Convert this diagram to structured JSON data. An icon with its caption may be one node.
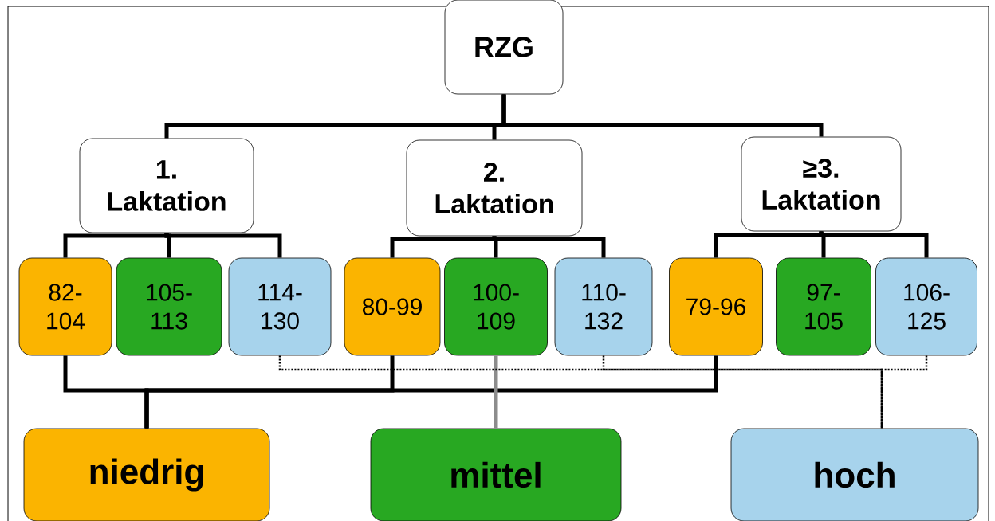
{
  "diagram": {
    "nodes": [
      {
        "text": [
          "RZG"
        ]
      },
      {
        "text": [
          "1. Laktation"
        ]
      },
      {
        "text": [
          "2. Laktation"
        ]
      },
      {
        "text": [
          "≥3. Laktation"
        ]
      },
      {
        "text": [
          "82-104"
        ]
      },
      {
        "text": [
          "105-113"
        ]
      },
      {
        "text": [
          "114-130"
        ]
      },
      {
        "text": [
          "80-99"
        ]
      },
      {
        "text": [
          "100-109"
        ]
      },
      {
        "text": [
          "110-132"
        ]
      },
      {
        "text": [
          "79-96"
        ]
      },
      {
        "text": [
          "97-105"
        ]
      },
      {
        "text": [
          "106-125"
        ]
      },
      {
        "text": [
          "niedrig"
        ]
      },
      {
        "text": [
          "mittel"
        ]
      },
      {
        "text": [
          "hoch"
        ]
      }
    ],
    "edges": [
      {
        "from": 0,
        "to": 1,
        "arrow": "none"
      },
      {
        "from": 0,
        "to": 2,
        "arrow": "none"
      },
      {
        "from": 0,
        "to": 3,
        "arrow": "none"
      },
      {
        "from": 1,
        "to": 4,
        "arrow": "none"
      },
      {
        "from": 1,
        "to": 5,
        "arrow": "none"
      },
      {
        "from": 1,
        "to": 6,
        "arrow": "none"
      },
      {
        "from": 2,
        "to": 7,
        "arrow": "none"
      },
      {
        "from": 2,
        "to": 8,
        "arrow": "none"
      },
      {
        "from": 2,
        "to": 9,
        "arrow": "none"
      },
      {
        "from": 3,
        "to": 10,
        "arrow": "none"
      },
      {
        "from": 3,
        "to": 11,
        "arrow": "none"
      },
      {
        "from": 3,
        "to": 12,
        "arrow": "none"
      },
      {
        "from": 4,
        "to": 13,
        "arrow": "none"
      },
      {
        "from": 7,
        "to": 13,
        "arrow": "none"
      },
      {
        "from": 10,
        "to": 13,
        "arrow": "none"
      },
      {
        "from": 8,
        "to": 14,
        "arrow": "none",
        "color": "#8c8c8c"
      },
      {
        "from": 6,
        "to": 15,
        "arrow": "none",
        "style": "dashed"
      },
      {
        "from": 9,
        "to": 15,
        "arrow": "none",
        "style": "dashed"
      },
      {
        "from": 12,
        "to": 15,
        "arrow": "none",
        "style": "dashed"
      }
    ]
  }
}
